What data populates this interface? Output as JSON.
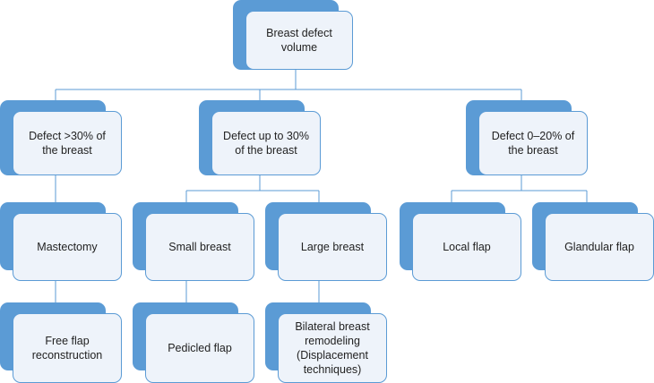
{
  "diagram": {
    "root": {
      "label": "Breast defect\nvolume"
    },
    "branches": [
      {
        "label": "Defect >30% of\nthe breast"
      },
      {
        "label": "Defect up to 30%\nof the breast"
      },
      {
        "label": "Defect 0–20% of\nthe breast"
      }
    ],
    "level3": [
      {
        "label": "Mastectomy"
      },
      {
        "label": "Small breast"
      },
      {
        "label": "Large breast"
      },
      {
        "label": "Local flap"
      },
      {
        "label": "Glandular flap"
      }
    ],
    "level4": [
      {
        "label": "Free flap\nreconstruction"
      },
      {
        "label": "Pedicled flap"
      },
      {
        "label": "Bilateral breast\nremodeling\n(Displacement\ntechniques)"
      }
    ]
  },
  "colors": {
    "box_back": "#5b9bd5",
    "box_front": "#eef3fa",
    "connector": "#5b9bd5"
  }
}
